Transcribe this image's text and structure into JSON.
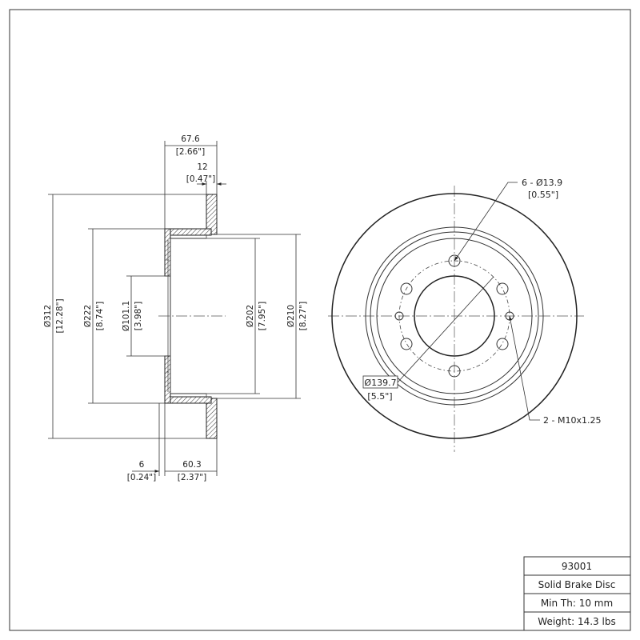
{
  "side_view": {
    "overall_width": {
      "value": "67.6",
      "inch": "[2.66\"]"
    },
    "rotor_thickness": {
      "value": "12",
      "inch": "[0.47\"]"
    },
    "outer_diameter": {
      "value": "Ø312",
      "inch": "[12.28\"]"
    },
    "hat_diameter": {
      "value": "Ø222",
      "inch": "[8.74\"]"
    },
    "center_bore": {
      "value": "Ø101.1",
      "inch": "[3.98\"]"
    },
    "inner_diameter_a": {
      "value": "Ø202",
      "inch": "[7.95\"]"
    },
    "inner_diameter_b": {
      "value": "Ø210",
      "inch": "[8.27\"]"
    },
    "hat_flange": {
      "value": "6",
      "inch": "[0.24\"]"
    },
    "hat_height": {
      "value": "60.3",
      "inch": "[2.37\"]"
    }
  },
  "front_view": {
    "lug_holes": {
      "value": "6 - Ø13.9",
      "inch": "[0.55\"]"
    },
    "bolt_circle": {
      "value": "Ø139.7",
      "inch": "[5.5\"]"
    },
    "threaded_holes": {
      "value": "2 - M10x1.25"
    }
  },
  "title_block": {
    "part_number": "93001",
    "description": "Solid Brake Disc",
    "min_thickness": "Min Th: 10 mm",
    "weight": "Weight: 14.3 lbs"
  }
}
